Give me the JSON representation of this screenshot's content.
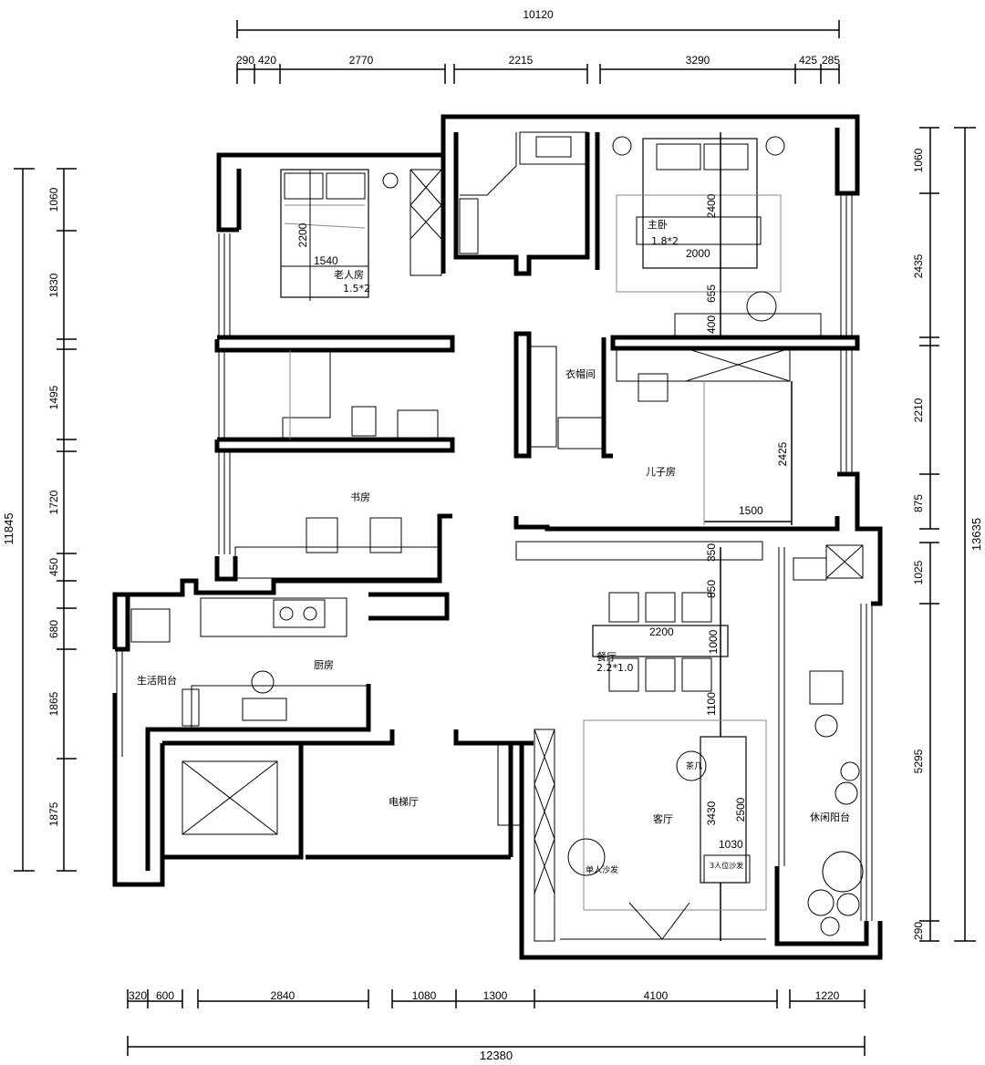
{
  "dimensions": {
    "top_total": "10120",
    "top_segments": [
      "290",
      "420",
      "2770",
      "2215",
      "3290",
      "425",
      "285"
    ],
    "bottom_segments": [
      "320",
      "600",
      "2840",
      "1080",
      "1300",
      "4100",
      "1220"
    ],
    "bottom_total": "12380",
    "left_segments": [
      "1060",
      "1830",
      "1495",
      "1720",
      "450",
      "680",
      "1865",
      "1875"
    ],
    "left_total": "11845",
    "right_segments": [
      "1060",
      "2435",
      "2210",
      "875",
      "1025",
      "5295",
      "290"
    ],
    "right_total": "13635"
  },
  "rooms": {
    "elder_room": "老人房",
    "elder_bed": "1.5*2",
    "elder_bed_w": "1540",
    "elder_bed_h": "2200",
    "master_room": "主卧",
    "master_bed": "1.8*2",
    "master_bed_w": "2000",
    "master_bed_h": "2400",
    "master_dim_a": "655",
    "master_dim_b": "400",
    "closet": "衣帽间",
    "son_room": "儿子房",
    "son_w": "1500",
    "son_h": "2425",
    "study": "书房",
    "kitchen": "厨房",
    "service_balcony": "生活阳台",
    "elevator_hall": "电梯厅",
    "dining": "餐厅",
    "dining_table": "2.2*1.0",
    "dining_w": "2200",
    "dining_h": "1000",
    "dim_350": "350",
    "dim_850": "850",
    "dim_1100": "1100",
    "living": "客厅",
    "living_h": "3430",
    "sofa_h": "2500",
    "sofa_w": "1030",
    "armchair": "单人沙发",
    "sofa3": "3人位沙发",
    "coffee": "茶几",
    "leisure_balcony": "休闲阳台"
  }
}
